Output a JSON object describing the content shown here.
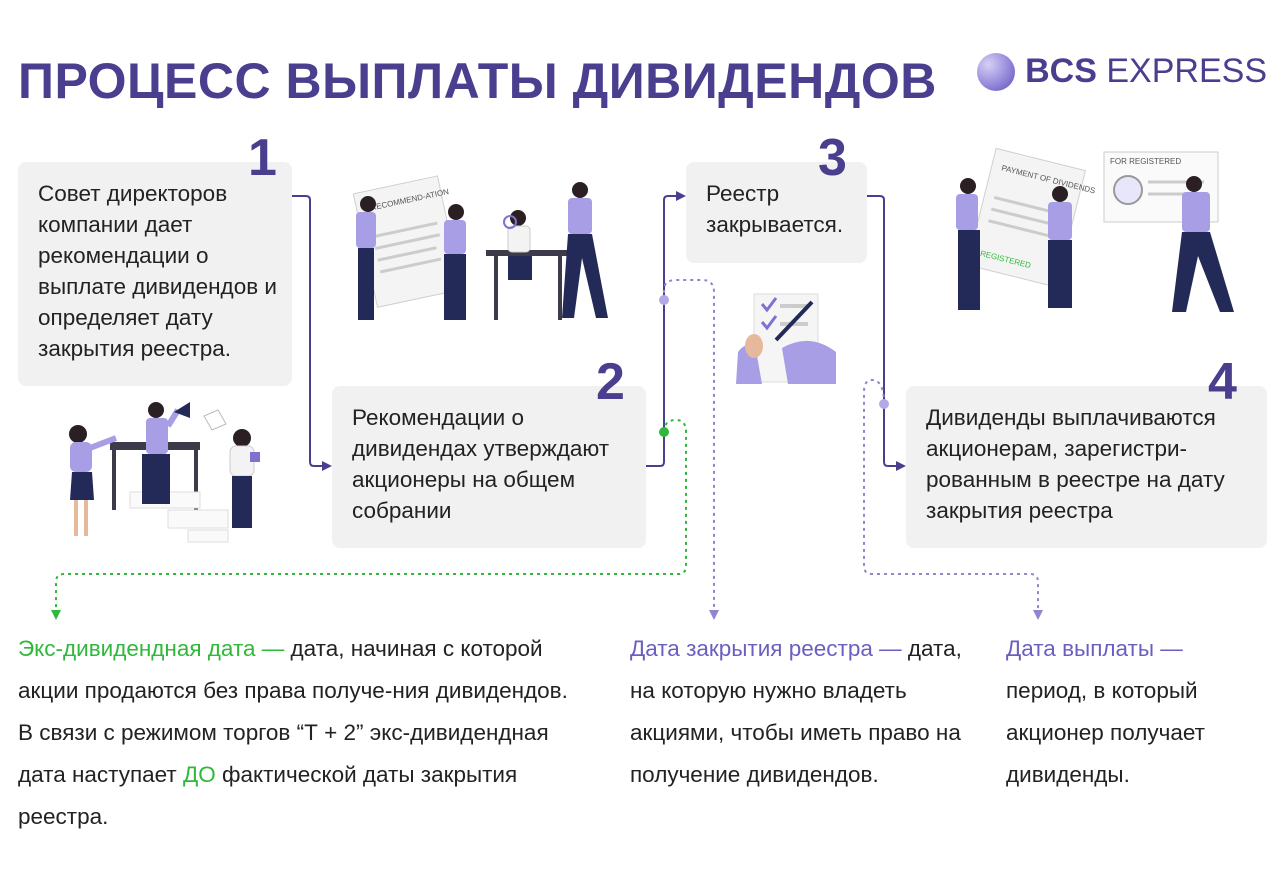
{
  "title": "ПРОЦЕСС ВЫПЛАТЫ ДИВИДЕНДОВ",
  "logo": {
    "bold": "BCS",
    "light": "EXPRESS"
  },
  "steps": [
    {
      "number": "1",
      "text": "Совет директоров компании дает рекомендации о выплате дивидендов и определяет дату закрытия реестра."
    },
    {
      "number": "2",
      "text": "Рекомендации о дивидендах утверждают акционеры на общем собрании"
    },
    {
      "number": "3",
      "text": "Реестр закрывается."
    },
    {
      "number": "4",
      "text": "Дивиденды выплачиваются акционерам, зарегистри-рованным в реестре на дату закрытия реестра"
    }
  ],
  "illustration_labels": {
    "recommendation": "RECOMMEND-ATION",
    "payment": "PAYMENT OF DIVIDENDS",
    "registered": "REGISTERED",
    "for_registered": "FOR REGISTERED"
  },
  "definitions": {
    "ex_dividend": {
      "term": "Экс-дивидендная дата —",
      "text_before": " дата, начиная с которой акции продаются без права получе-ния дивидендов. В связи с режимом торгов “Т + 2” экс-дивидендная дата наступает ",
      "highlight": "ДО",
      "text_after": " фактической даты закрытия реестра."
    },
    "record_date": {
      "term": "Дата закрытия реестра —",
      "text": " дата, на которую нужно владеть акциями, чтобы иметь право на получение дивидендов."
    },
    "payment_date": {
      "term": "Дата выплаты —",
      "text": " период, в который акционер получает дивиденды."
    }
  },
  "colors": {
    "title": "#4a3f8e",
    "accent_green": "#2fb83a",
    "accent_purple": "#6a5fc1",
    "box_bg": "#f1f1f1",
    "figure_purple": "#a89ee6",
    "figure_navy": "#242a57"
  }
}
